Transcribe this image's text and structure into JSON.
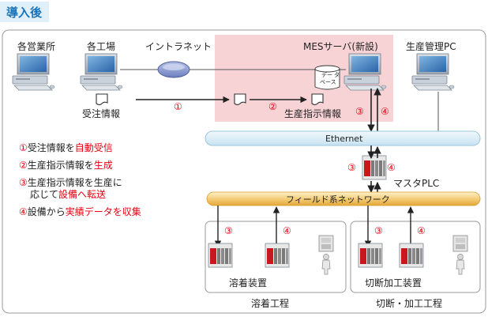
{
  "header": {
    "title": "導入後",
    "color": "#1a73b8"
  },
  "nodes": {
    "sales_office": "各営業所",
    "factory": "各工場",
    "intranet": "イントラネット",
    "mes_server": "MESサーバ(新設)",
    "production_pc": "生産管理PC",
    "database": [
      "デー",
      "タ",
      "ベース"
    ]
  },
  "docs": {
    "order_info": "受注情報",
    "production_info": "生産指示情報"
  },
  "networks": {
    "ethernet": "Ethernet",
    "field": "フィールド系ネットワーク"
  },
  "master_plc": "マスタPLC",
  "steps": {
    "s1": "①",
    "s2": "②",
    "s3": "③",
    "s4": "④"
  },
  "legend": [
    {
      "num": "①",
      "before": "受注情報を",
      "highlight": "自動受信",
      "after": ""
    },
    {
      "num": "②",
      "before": "生産指示情報を",
      "highlight": "生成",
      "after": ""
    },
    {
      "num": "③",
      "before": "生産指示情報を生産に",
      "highlight": "",
      "after": ""
    },
    {
      "num": "",
      "before": "応じて",
      "highlight": "設備へ転送",
      "after": ""
    },
    {
      "num": "④",
      "before": "設備から",
      "highlight": "実績データを収集",
      "after": ""
    }
  ],
  "zones": {
    "welding_device": "溶着装置",
    "welding_process": "溶着工程",
    "cutting_device": "切断加工装置",
    "cutting_process": "切断・加工工程"
  },
  "colors": {
    "accent": "#e60012",
    "mes_zone": "#f7d3d6",
    "ethernet_bar": "#d8edf8",
    "field_bar": "#f3c971"
  }
}
